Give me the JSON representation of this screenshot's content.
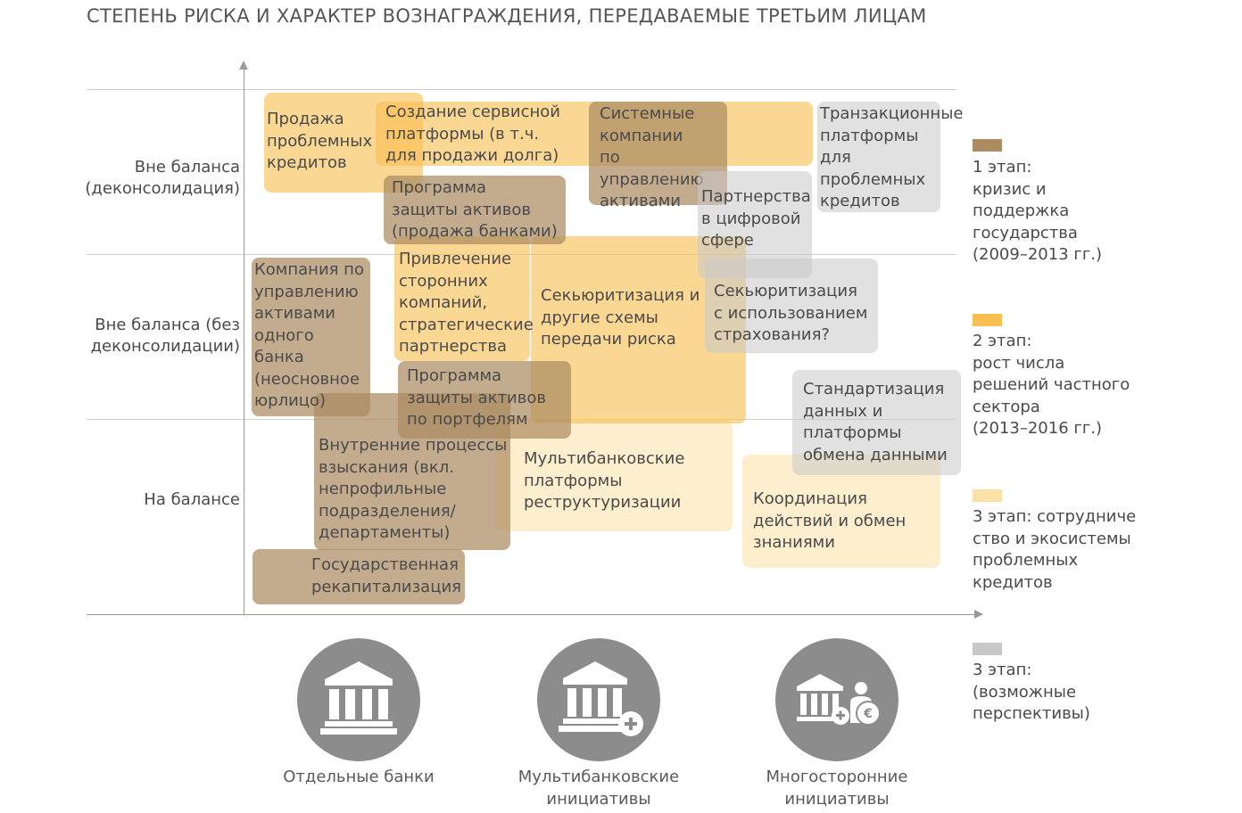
{
  "title": "СТЕПЕНЬ РИСКА И ХАРАКТЕР ВОЗНАГРАЖДЕНИЯ, ПЕРЕДАВАЕМЫЕ ТРЕТЬИМ ЛИЦАМ",
  "row_labels": {
    "off_balance_deconsolidation": "Вне баланса\n(деконсолидация)",
    "off_balance_no_deconsolidation": "Вне баланса (без\nдеконсолидации)",
    "on_balance": "На балансе"
  },
  "boxes": {
    "sale_npl": "Продажа\nпроблемных\nкредитов",
    "service_platform": "Создание сервисной\nплатформы (в т.ч.\nдля продажи долга)",
    "system_amc": "Системные компании\nпо управлению\nактивами",
    "transaction_platforms": "Транзакционные\nплатформы для\nпроблемных\nкредитов",
    "asset_protection_sale": "Программа\nзащиты активов\n(продажа банками)",
    "digital_partnerships": "Партнерства\nв цифровой\nсфере",
    "single_bank_amc": "Компания по\nуправлению\nактивами\nодного\nбанка\n(неосновное\nюрлицо)",
    "third_party": "Привлечение\nсторонних\nкомпаний,\nстратегические\nпартнерства",
    "securitization": "Секьюритизация и\nдругие схемы\nпередачи риска",
    "securitization_insurance": "Секьюритизация\nс использованием\nстрахования?",
    "asset_protection_portfolio": "Программа\nзащиты активов\nпо портфелям",
    "internal_collection": "Внутренние процессы\nвзыскания (вкл.\nнепрофильные\nподразделения/\nдепартаменты)",
    "multibank_restructuring": "Мультибанковские\nплатформы\nреструктуризации",
    "data_standardization": "Стандартизация\nданных и\nплатформы\nобмена данными",
    "coordination": "Координация\nдействий и обмен\nзнаниями",
    "state_recap": "Государственная\nрекапитализация"
  },
  "legend": [
    {
      "text": "1 этап:\nкризис  и\nподдержка\nгосударства\n(2009–2013 гг.)",
      "color": "#ac8c62"
    },
    {
      "text": "2 этап:\nрост числа\nрешений частного\nсектора\n(2013–2016 гг.)",
      "color": "#f8bf52"
    },
    {
      "text": "3 этап: сотрудниче\nство и экосистемы\nпроблемных\nкредитов",
      "color": "#fce1a6"
    },
    {
      "text": "3 этап:\n(возможные\nперспективы)",
      "color": "#c8c8c8"
    }
  ],
  "categories": {
    "individual_banks": "Отдельные банки",
    "multibank": "Мультибанковские\nинициативы",
    "multilateral": "Многосторонние\nинициативы"
  },
  "icons": {
    "individual_banks": "bank-icon",
    "multibank": "bank-plus-icon",
    "multilateral": "bank-plus-person-euro-icon",
    "circle_color": "#8c8c8c"
  }
}
